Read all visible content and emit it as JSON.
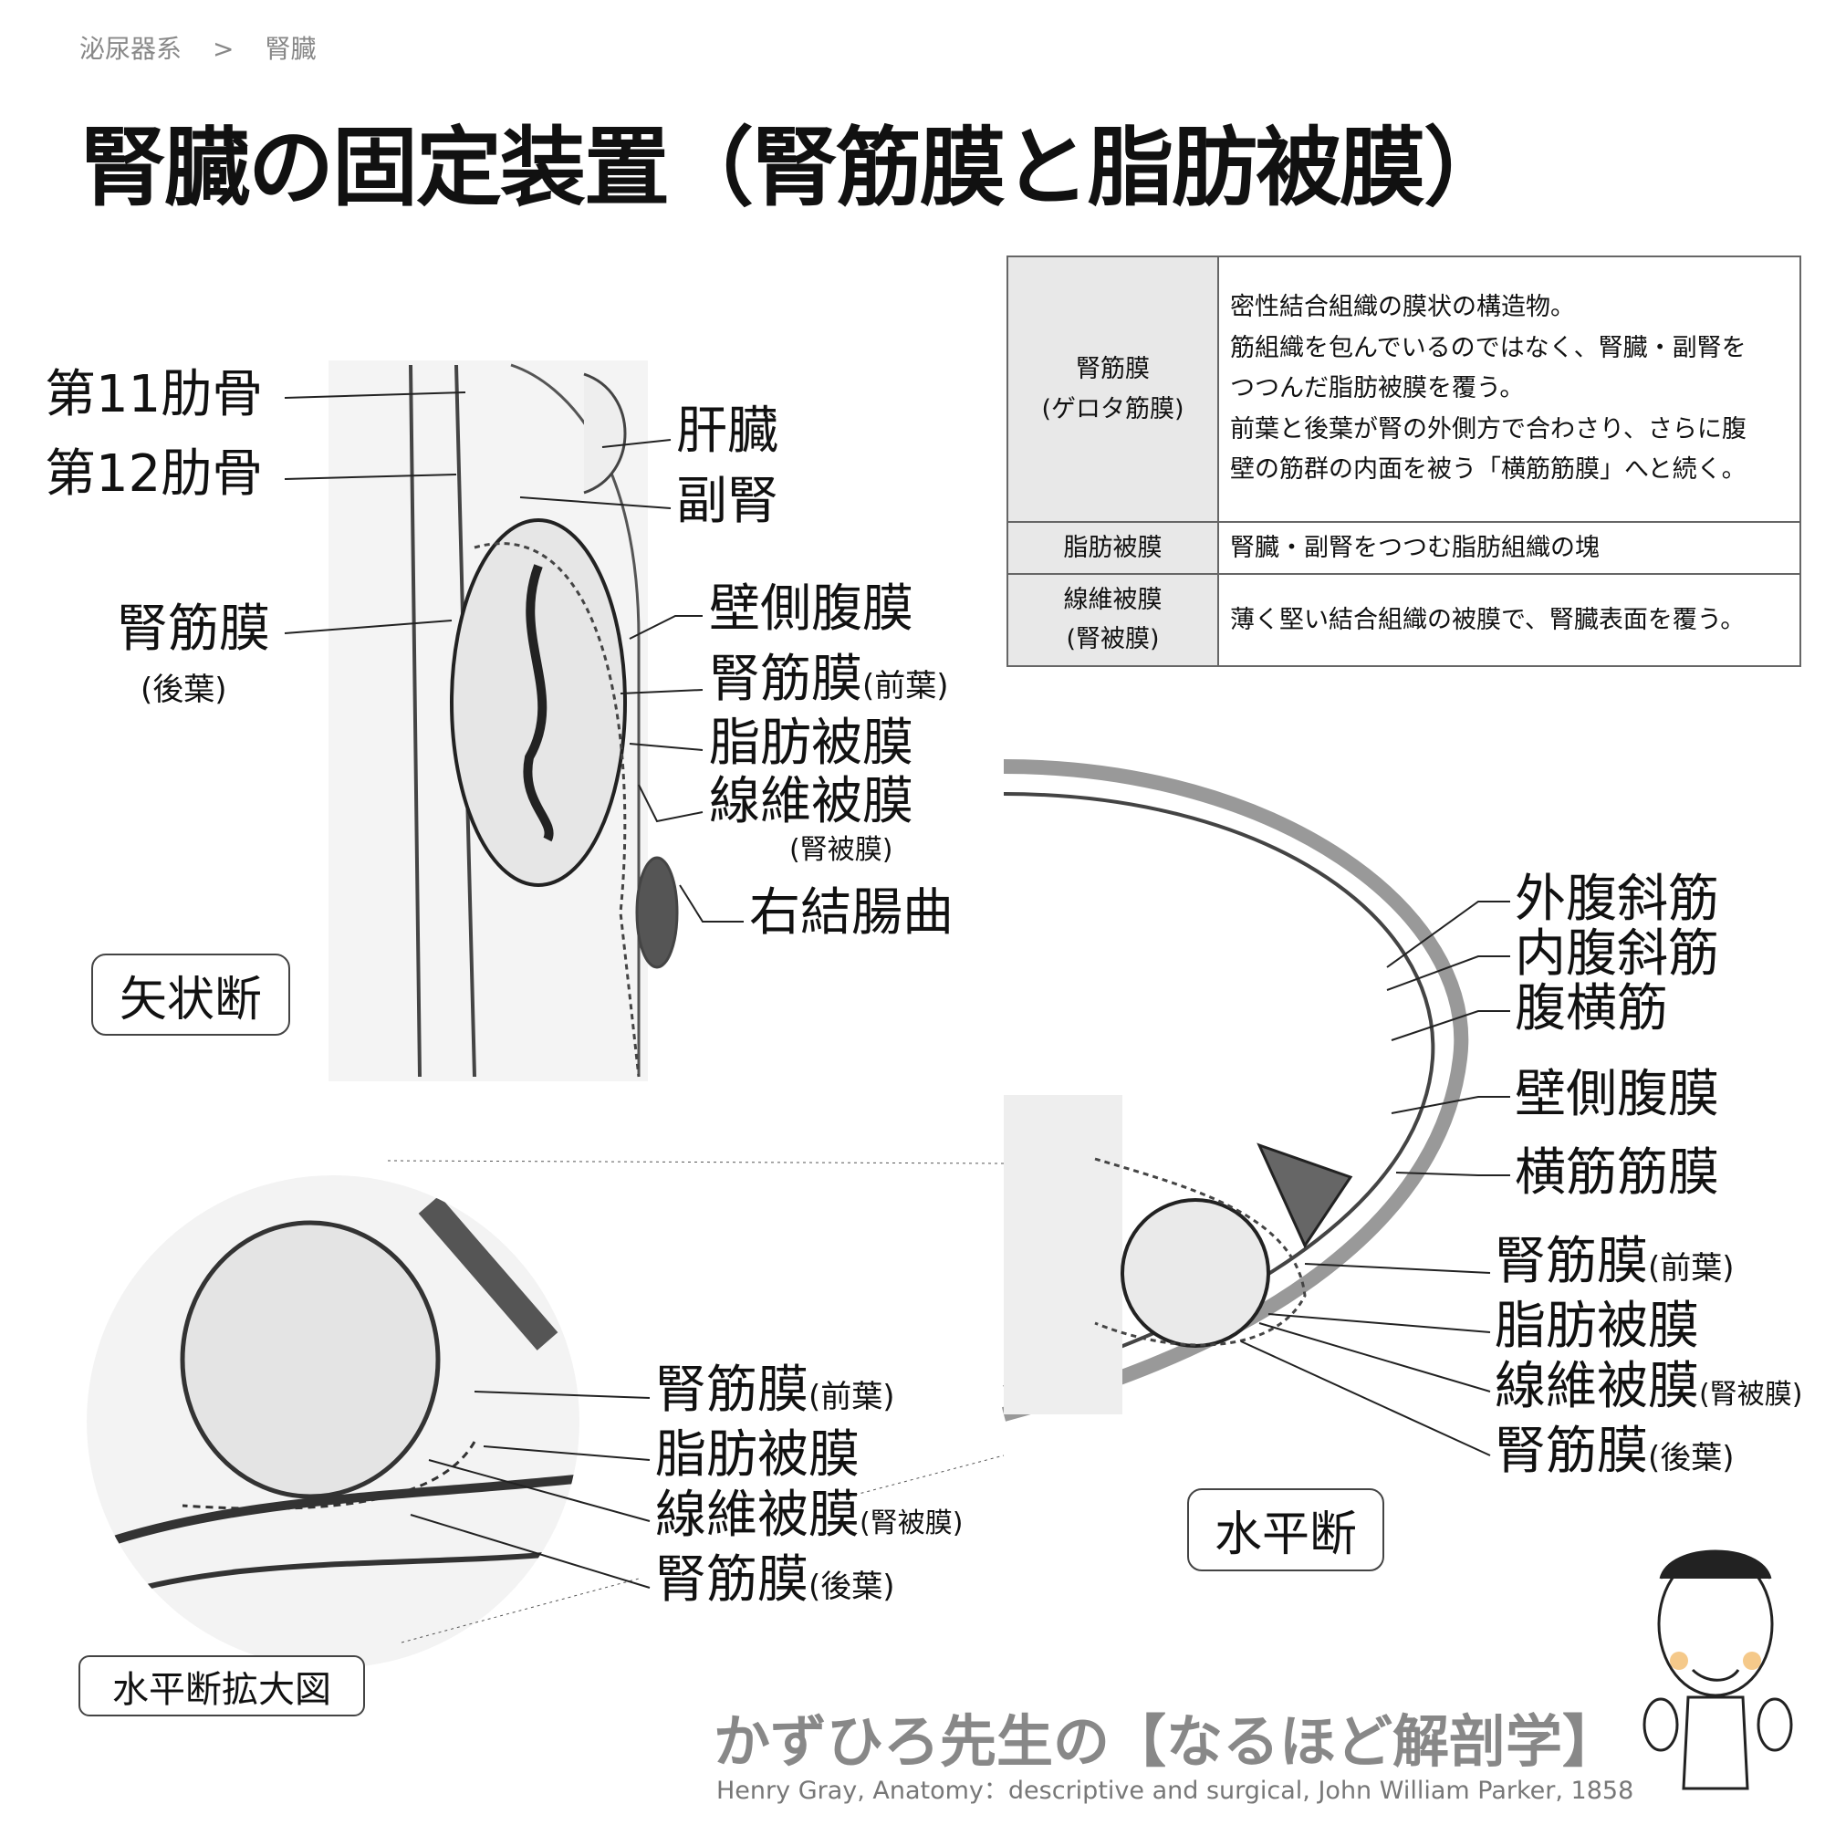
{
  "breadcrumb": {
    "parent": "泌尿器系",
    "separator": ">",
    "current": "腎臓"
  },
  "title": "腎臓の固定装置（腎筋膜と脂肪被膜）",
  "table": [
    {
      "term": "腎筋膜",
      "term_sub": "(ゲロタ筋膜)",
      "lines": [
        "密性結合組織の膜状の構造物。",
        "筋組織を包んでいるのではなく、腎臓・副腎を",
        "つつんだ脂肪被膜を覆う。",
        "前葉と後葉が腎の外側方で合わさり、さらに腹",
        "壁の筋群の内面を被う「横筋筋膜」へと続く。"
      ]
    },
    {
      "term": "脂肪被膜",
      "term_sub": "",
      "lines": [
        "腎臓・副腎をつつむ脂肪組織の塊"
      ]
    },
    {
      "term": "線維被膜",
      "term_sub": "(腎被膜)",
      "lines": [
        "薄く堅い結合組織の被膜で、腎臓表面を覆う。"
      ]
    }
  ],
  "sagittal": {
    "view_label": "矢状断",
    "rib11": "第11肋骨",
    "rib12": "第12肋骨",
    "renal_fascia_post": "腎筋膜",
    "post_leaf": "(後葉)",
    "liver": "肝臓",
    "adrenal": "副腎",
    "parietal_peritoneum": "壁側腹膜",
    "renal_fascia_ant": "腎筋膜",
    "ant_leaf": "(前葉)",
    "perirenal_fat": "脂肪被膜",
    "fibrous_capsule": "線維被膜",
    "renal_capsule": "(腎被膜)",
    "hepatic_flexure": "右結腸曲"
  },
  "horizontal": {
    "view_label": "水平断",
    "external_oblique": "外腹斜筋",
    "internal_oblique": "内腹斜筋",
    "transversus": "腹横筋",
    "parietal_peritoneum": "壁側腹膜",
    "transversalis_fascia": "横筋筋膜",
    "renal_fascia_ant": "腎筋膜",
    "ant_leaf": "(前葉)",
    "perirenal_fat": "脂肪被膜",
    "fibrous_capsule": "線維被膜",
    "renal_capsule": "(腎被膜)",
    "renal_fascia_post": "腎筋膜",
    "post_leaf": "(後葉)"
  },
  "enlarged": {
    "view_label": "水平断拡大図",
    "renal_fascia_ant": "腎筋膜",
    "ant_leaf": "(前葉)",
    "perirenal_fat": "脂肪被膜",
    "fibrous_capsule": "線維被膜",
    "renal_capsule": "(腎被膜)",
    "renal_fascia_post": "腎筋膜",
    "post_leaf": "(後葉)"
  },
  "footer": {
    "brand": "かずひろ先生の【なるほど解剖学】",
    "citation": "Henry Gray, Anatomy：descriptive and surgical, John William Parker, 1858"
  }
}
